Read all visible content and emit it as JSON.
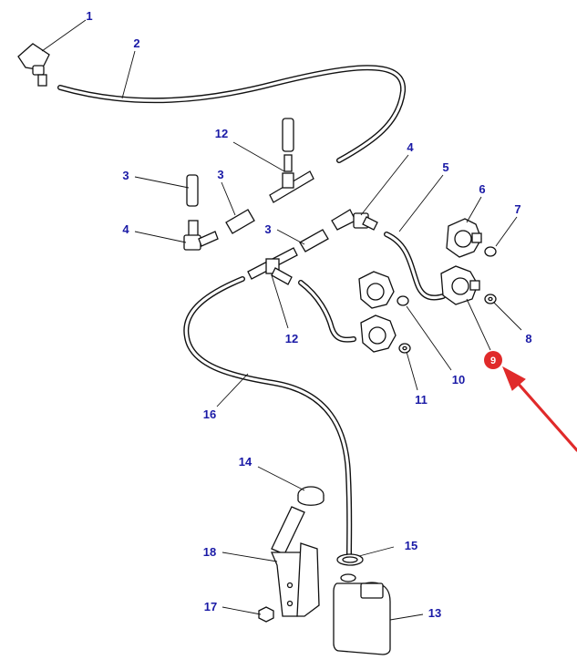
{
  "callouts": {
    "c1": "1",
    "c2": "2",
    "c3a": "3",
    "c3b": "3",
    "c3c": "3",
    "c4a": "4",
    "c4b": "4",
    "c5": "5",
    "c6": "6",
    "c7": "7",
    "c8": "8",
    "c9": "9",
    "c10": "10",
    "c11": "11",
    "c12a": "12",
    "c12b": "12",
    "c13": "13",
    "c14": "14",
    "c15": "15",
    "c16": "16",
    "c17": "17",
    "c18": "18"
  },
  "colors": {
    "callout_text": "#1a1aa6",
    "highlight": "#e02a2a",
    "arrow": "#e02a2a",
    "line": "#111111"
  }
}
